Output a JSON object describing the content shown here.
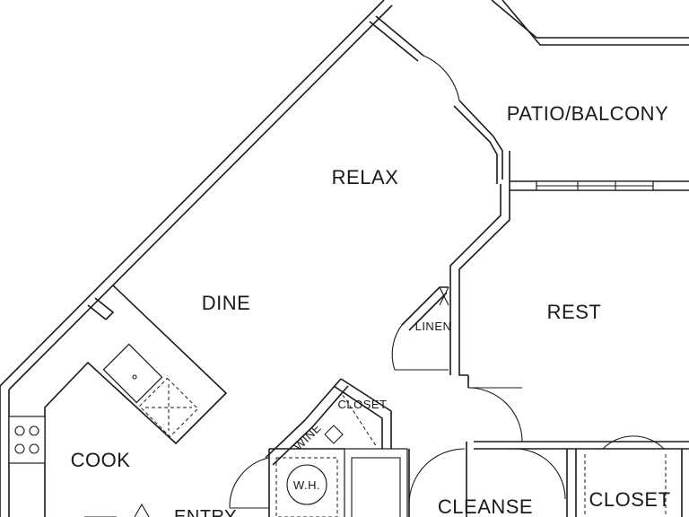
{
  "rooms": {
    "patio": "PATIO/BALCONY",
    "relax": "RELAX",
    "dine": "DINE",
    "rest": "REST",
    "linen": "LINEN",
    "closet_hall": "CLOSET",
    "wine": "WINE",
    "wh": "W.H.",
    "cook": "COOK",
    "entry": "ENTRY",
    "cleanse": "CLEANSE",
    "closet_bed": "CLOSET"
  }
}
